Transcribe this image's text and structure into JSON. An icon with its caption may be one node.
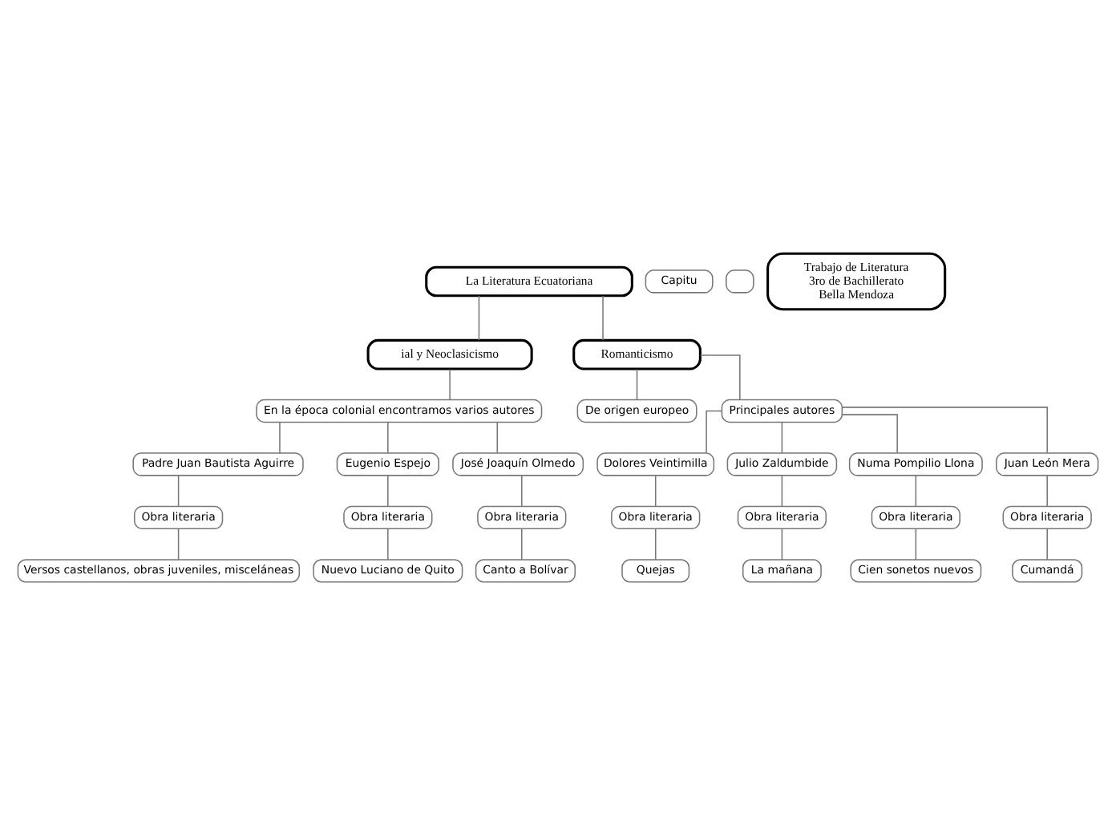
{
  "diagram": {
    "nodes": [
      {
        "text": [
          "La Literatura Ecuatoriana"
        ]
      },
      {
        "text": [
          "ial y Neoclasicismo"
        ]
      },
      {
        "text": [
          "En la época colonial encontramos varios autores"
        ]
      },
      {
        "text": [
          "Padre Juan Bautista Aguirre"
        ]
      },
      {
        "text": [
          "Obra literaria"
        ]
      },
      {
        "text": [
          "Versos castellanos, obras juveniles, misceláneas"
        ]
      },
      {
        "text": [
          "Eugenio Espejo"
        ]
      },
      {
        "text": [
          "Obra literaria"
        ]
      },
      {
        "text": [
          "Nuevo Luciano de Quito"
        ]
      },
      {
        "text": [
          "José Joaquín Olmedo"
        ]
      },
      {
        "text": [
          "Obra literaria"
        ]
      },
      {
        "text": [
          "Canto a Bolívar"
        ]
      },
      {
        "text": [
          "Romanticismo"
        ]
      },
      {
        "text": [
          "De origen europeo"
        ]
      },
      {
        "text": [
          "Principales autores"
        ]
      },
      {
        "text": [
          "Dolores Veintimilla"
        ]
      },
      {
        "text": [
          "Obra literaria"
        ]
      },
      {
        "text": [
          "Quejas"
        ]
      },
      {
        "text": [
          "Julio Zaldumbide"
        ]
      },
      {
        "text": [
          "Obra literaria"
        ]
      },
      {
        "text": [
          "La mañana"
        ]
      },
      {
        "text": [
          "Numa Pompilio Llona"
        ]
      },
      {
        "text": [
          "Obra literaria"
        ]
      },
      {
        "text": [
          "Cien sonetos nuevos"
        ]
      },
      {
        "text": [
          "Juan León Mera"
        ]
      },
      {
        "text": [
          "Obra literaria"
        ]
      },
      {
        "text": [
          "Cumandá"
        ]
      },
      {
        "text": [
          "Capitu"
        ]
      },
      {
        "text": [],
        "shape": "box"
      },
      {
        "text": [
          "Trabajo de Literatura",
          "3ro de Bachillerato",
          "Bella Mendoza"
        ]
      }
    ],
    "edges": [
      {
        "from": 0,
        "to": 1,
        "arrow": "none"
      },
      {
        "from": 0,
        "to": 12,
        "arrow": "none"
      },
      {
        "from": 1,
        "to": 2,
        "arrow": "none"
      },
      {
        "from": 2,
        "to": 3,
        "arrow": "none"
      },
      {
        "from": 3,
        "to": 4,
        "arrow": "none"
      },
      {
        "from": 4,
        "to": 5,
        "arrow": "none"
      },
      {
        "from": 2,
        "to": 6,
        "arrow": "none"
      },
      {
        "from": 6,
        "to": 7,
        "arrow": "none"
      },
      {
        "from": 7,
        "to": 8,
        "arrow": "none"
      },
      {
        "from": 2,
        "to": 9,
        "arrow": "none"
      },
      {
        "from": 9,
        "to": 10,
        "arrow": "none"
      },
      {
        "from": 10,
        "to": 11,
        "arrow": "none"
      },
      {
        "from": 12,
        "to": 13,
        "arrow": "none"
      },
      {
        "from": 12,
        "to": 14,
        "arrow": "none"
      },
      {
        "from": 14,
        "to": 15,
        "arrow": "none"
      },
      {
        "from": 15,
        "to": 16,
        "arrow": "none"
      },
      {
        "from": 16,
        "to": 17,
        "arrow": "none"
      },
      {
        "from": 14,
        "to": 18,
        "arrow": "none"
      },
      {
        "from": 18,
        "to": 19,
        "arrow": "none"
      },
      {
        "from": 19,
        "to": 20,
        "arrow": "none"
      },
      {
        "from": 14,
        "to": 21,
        "arrow": "none"
      },
      {
        "from": 21,
        "to": 22,
        "arrow": "none"
      },
      {
        "from": 22,
        "to": 23,
        "arrow": "none"
      },
      {
        "from": 14,
        "to": 24,
        "arrow": "none"
      },
      {
        "from": 24,
        "to": 25,
        "arrow": "none"
      },
      {
        "from": 25,
        "to": 26,
        "arrow": "none"
      }
    ]
  }
}
